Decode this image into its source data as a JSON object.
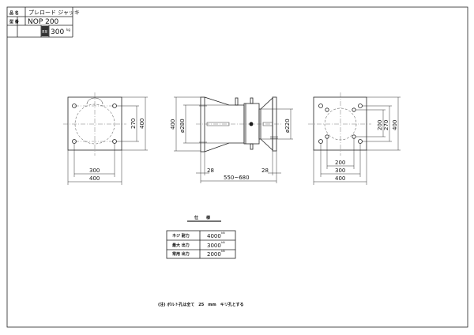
{
  "title_block": {
    "name_label": "品 名",
    "name_value": "プレロード ジャッキ",
    "model_label": "型 番",
    "model_value": "NOP 200",
    "weight_label": "重量",
    "weight_value": "300",
    "weight_unit": "kg"
  },
  "front_view": {
    "dim_bolt_pitch_h": "300",
    "dim_plate_width": "400",
    "dim_bolt_pitch_v": "270",
    "dim_plate_height": "400"
  },
  "side_view": {
    "dim_height": "400",
    "dim_body_dia": "ø280",
    "dim_head_dia": "ø220",
    "dim_left_flange": "28",
    "dim_right_flange": "28",
    "dim_length": "550~680"
  },
  "rear_view": {
    "dim_inner_h": "200",
    "dim_outer_h": "300",
    "dim_plate_width": "400",
    "dim_inner_v": "200",
    "dim_outer_v": "270",
    "dim_plate_height": "400"
  },
  "spec": {
    "title": "仕　　様",
    "rows": [
      {
        "label": "ネジ 耐力",
        "value": "4000",
        "unit": "kN"
      },
      {
        "label": "最大 出力",
        "value": "3000",
        "unit": "kN"
      },
      {
        "label": "常用 出力",
        "value": "2000",
        "unit": "kN"
      }
    ]
  },
  "note": "(注) ボルト孔は全て　25　mm　キリ孔とする"
}
